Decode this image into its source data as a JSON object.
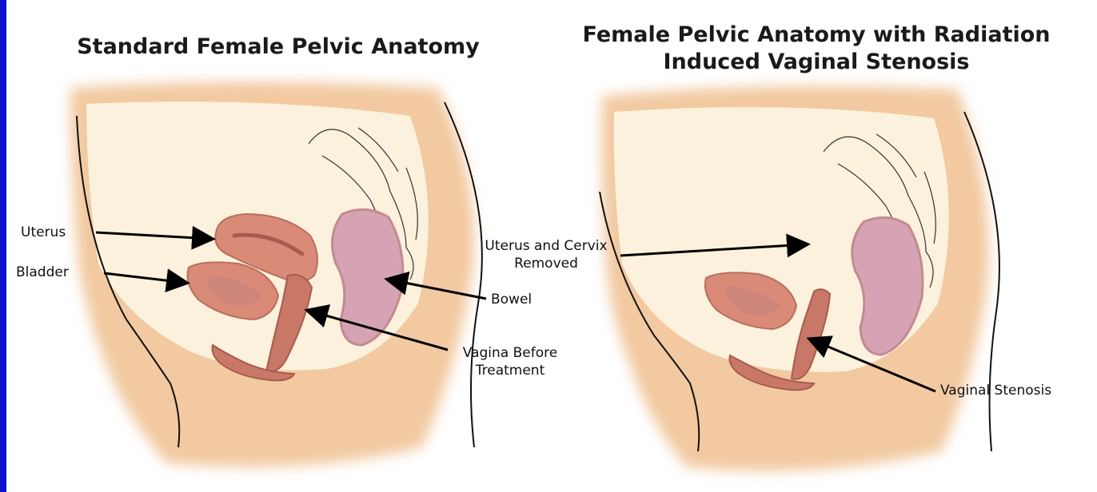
{
  "left_panel": {
    "title": "Standard Female Pelvic Anatomy",
    "labels": {
      "uterus": "Uterus",
      "bladder": "Bladder",
      "bowel": "Bowel",
      "vagina_before_line1": "Vagina Before",
      "vagina_before_line2": "Treatment"
    }
  },
  "right_panel": {
    "title_line1": "Female Pelvic Anatomy with Radiation",
    "title_line2": "Induced Vaginal Stenosis",
    "labels": {
      "uterus_removed_line1": "Uterus and Cervix",
      "uterus_removed_line2": "Removed",
      "vaginal_stenosis": "Vaginal Stenosis"
    }
  },
  "colors": {
    "frame": "#0a12c8",
    "skin": "#f2c9a0",
    "cavity": "#fbf1dc",
    "organ": "#d98b78",
    "bowel": "#d6a3b4"
  }
}
